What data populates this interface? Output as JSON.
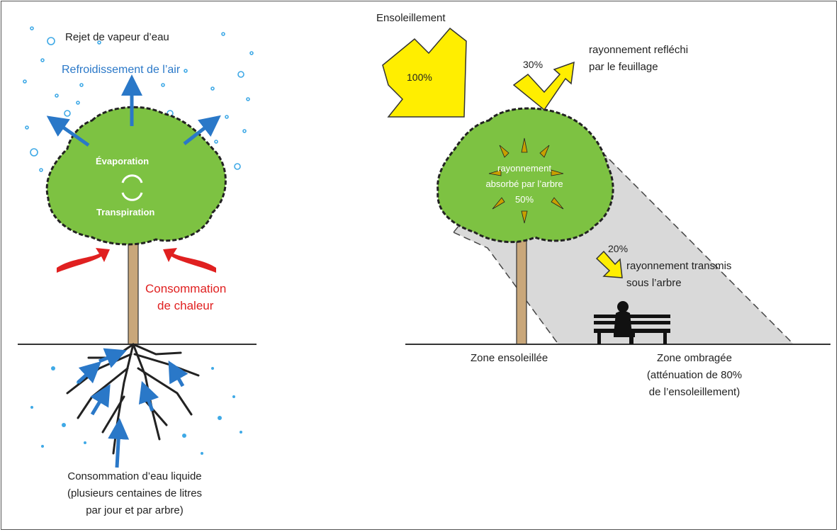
{
  "left_panel": {
    "vapour_release": "Rejet de vapeur d’eau",
    "air_cooling": "Refroidissement de l’air",
    "evaporation": "Évaporation",
    "transpiration": "Transpiration",
    "heat_consumption_line1": "Consommation",
    "heat_consumption_line2": "de chaleur",
    "water_consumption_line1": "Consommation d’eau liquide",
    "water_consumption_line2": "(plusieurs centaines de litres",
    "water_consumption_line3": "par jour et par arbre)"
  },
  "right_panel": {
    "sunshine": "Ensoleillement",
    "sunshine_pct": "100%",
    "reflected_pct": "30%",
    "reflected_line1": "rayonnement refléchi",
    "reflected_line2": "par le feuillage",
    "absorbed_line1": "rayonnement",
    "absorbed_line2": "absorbé par l’arbre",
    "absorbed_pct": "50%",
    "transmitted_pct": "20%",
    "transmitted_line1": "rayonnement transmis",
    "transmitted_line2": "sous l’arbre",
    "sunny_zone": "Zone ensoleillée",
    "shaded_zone_line1": "Zone ombragée",
    "shaded_zone_line2": "(atténuation de 80%",
    "shaded_zone_line3": "de l’ensoleillement)"
  },
  "colors": {
    "foliage": "#7dc242",
    "trunk": "#c9a77a",
    "sun_arrow": "#ffee00",
    "water_blue": "#2a78c8",
    "heat_red": "#e02020",
    "shade": "#d9d9d9"
  }
}
